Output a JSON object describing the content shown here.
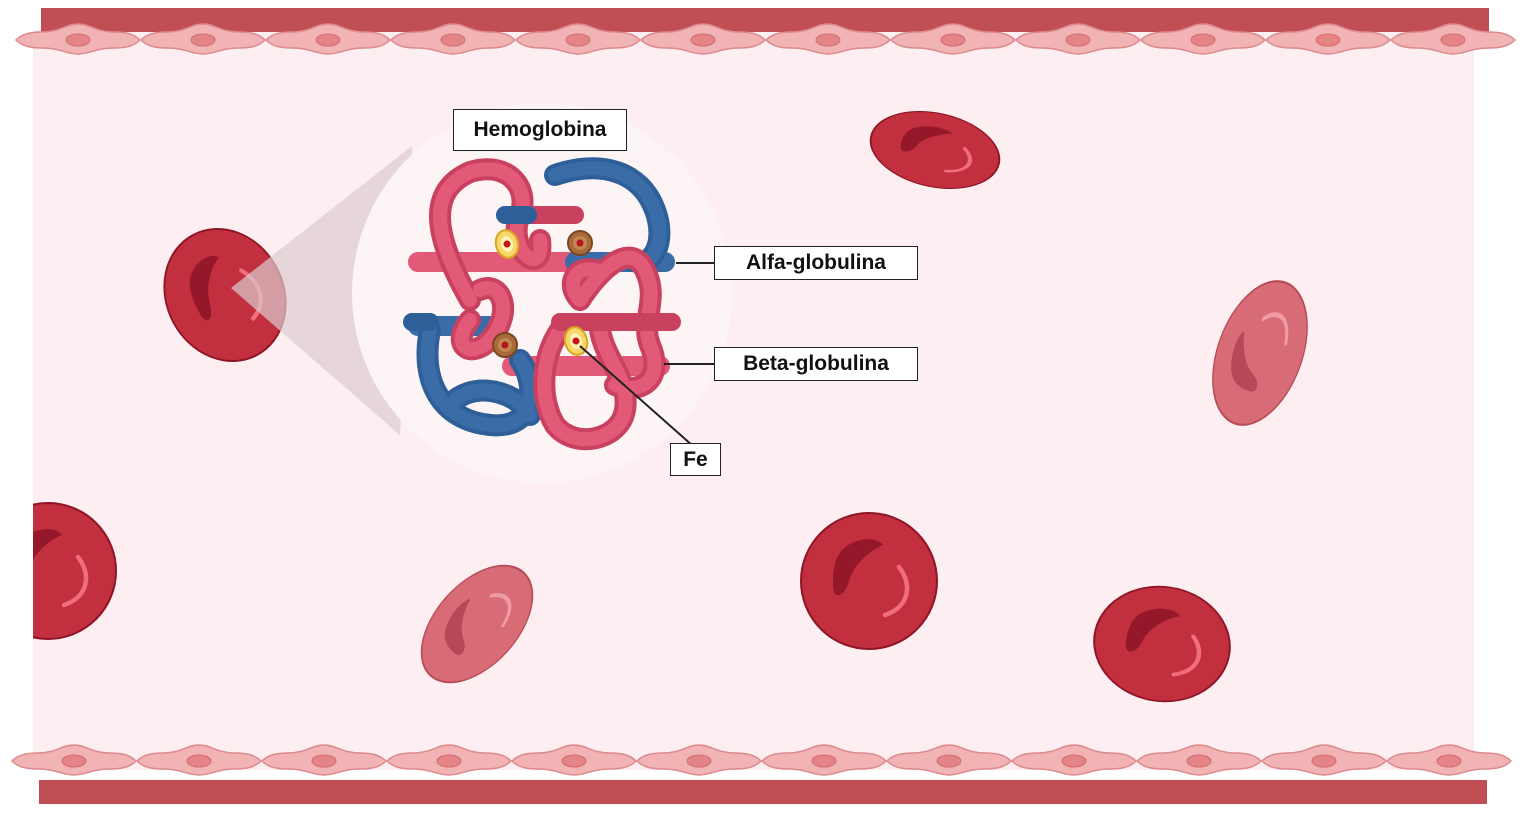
{
  "labels": {
    "hemoglobin": "Hemoglobina",
    "alpha": "Alfa-globulina",
    "beta": "Beta-globulina",
    "iron": "Fe"
  },
  "colors": {
    "vessel_wall": "#C04E54",
    "lumen": "#FDEEF1",
    "endothelial_cell": "#F2B3B4",
    "endothelial_nucleus": "#E58487",
    "rbc": "#C22F3F",
    "rbc_center": "#95182A",
    "rbc_faded": "#D86C76",
    "alpha_chain": "#3A6DA8",
    "beta_chain": "#E35A78",
    "heme_ring": "#F7D66A",
    "heme_iron": "#C4161C",
    "heme_brown": "#A86A3A"
  },
  "icons": [
    "blood-vessel",
    "endothelial-cell",
    "red-blood-cell",
    "hemoglobin-molecule",
    "heme-group"
  ]
}
